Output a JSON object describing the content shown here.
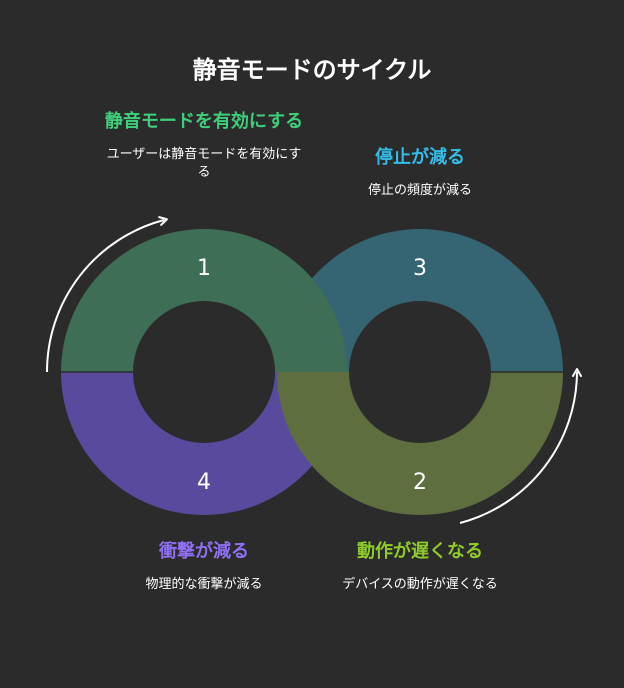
{
  "title": "静音モードのサイクル",
  "colors": {
    "background": "#2b2b2b",
    "stage1": "#3e6f56",
    "stage2": "#5f6e3e",
    "stage3": "#356472",
    "stage4": "#5a4a9e",
    "head1": "#3fcf7a",
    "head2": "#8fcc2a",
    "head3": "#35bde8",
    "head4": "#8f6ff2",
    "arrow": "#ffffff"
  },
  "stages": [
    {
      "number": "1",
      "heading": "静音モードを有効にする",
      "description": "ユーザーは静音モードを有効にする"
    },
    {
      "number": "2",
      "heading": "動作が遅くなる",
      "description": "デバイスの動作が遅くなる"
    },
    {
      "number": "3",
      "heading": "停止が減る",
      "description": "停止の頻度が減る"
    },
    {
      "number": "4",
      "heading": "衝撃が減る",
      "description": "物理的な衝撃が減る"
    }
  ]
}
